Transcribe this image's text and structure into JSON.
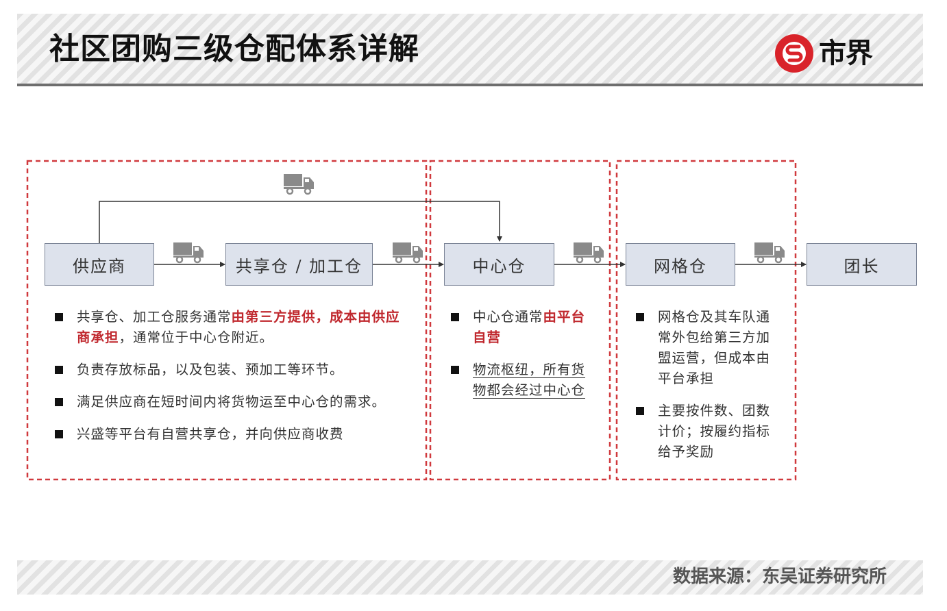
{
  "header": {
    "title": "社区团购三级仓配体系详解",
    "logo_text": "市界"
  },
  "footer": {
    "source": "数据来源：东吴证券研究所"
  },
  "nodes": {
    "supplier": "供应商",
    "shared": "共享仓 / 加工仓",
    "center": "中心仓",
    "grid": "网格仓",
    "leader": "团长"
  },
  "notes": {
    "shared": [
      {
        "pre": "共享仓、加工仓服务通常",
        "red": "由第三方提供，成本由供应商承担",
        "post": "，通常位于中心仓附近。"
      },
      {
        "pre": "负责存放标品，以及包装、预加工等环节。"
      },
      {
        "pre": "满足供应商在短时间内将货物运至中心仓的需求。"
      },
      {
        "pre": "兴盛等平台有自营共享仓，并向供应商收费"
      }
    ],
    "center": [
      {
        "pre": "中心仓通常",
        "red": "由平台自营"
      },
      {
        "underline": "物流枢纽，所有货物都会经过中心仓"
      }
    ],
    "grid": [
      {
        "pre": "网格仓及其车队通常外包给第三方加盟运营，但成本由平台承担"
      },
      {
        "pre": "主要按件数、团数计价；按履约指标给予奖励"
      }
    ]
  },
  "icons": {
    "truck": "truck-icon",
    "logo": "shijie-logo-icon"
  },
  "colors": {
    "accent": "#d9232a",
    "dashed_border": "#d0393d",
    "node_fill": "#dde2ec",
    "node_border": "#7a8396"
  }
}
